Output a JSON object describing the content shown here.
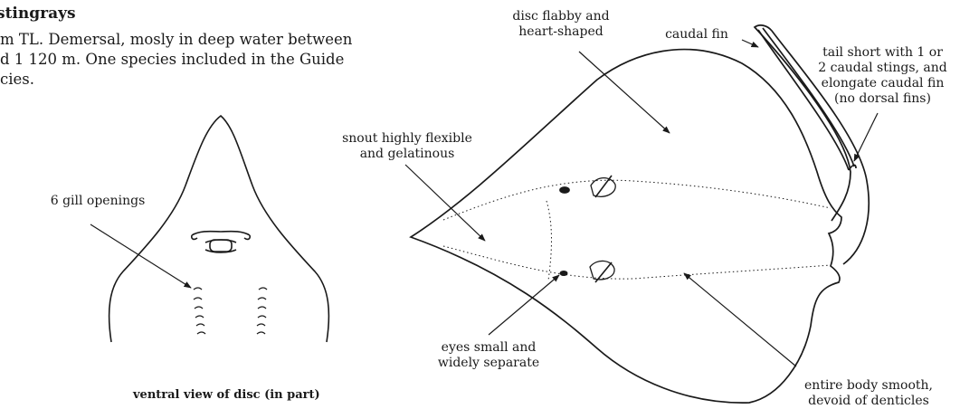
{
  "heading": "stingrays",
  "intro_lines": [
    "m TL. Demersal, mosly in deep water between",
    "d 1 120 m. One species included in the Guide",
    "cies."
  ],
  "left_figure": {
    "gill_label": "6 gill openings",
    "caption": "ventral view of disc (in part)"
  },
  "right_figure": {
    "disc_label": [
      "disc flabby and",
      "heart-shaped"
    ],
    "caudal_label": "caudal fin",
    "tail_label": [
      "tail short with 1 or",
      "2 caudal stings, and",
      "elongate caudal fin",
      "(no dorsal fins)"
    ],
    "snout_label": [
      "snout highly flexible",
      "and gelatinous"
    ],
    "eyes_label": [
      "eyes small and",
      "widely separate"
    ],
    "body_label": [
      "entire body smooth,",
      "devoid of denticles"
    ]
  }
}
